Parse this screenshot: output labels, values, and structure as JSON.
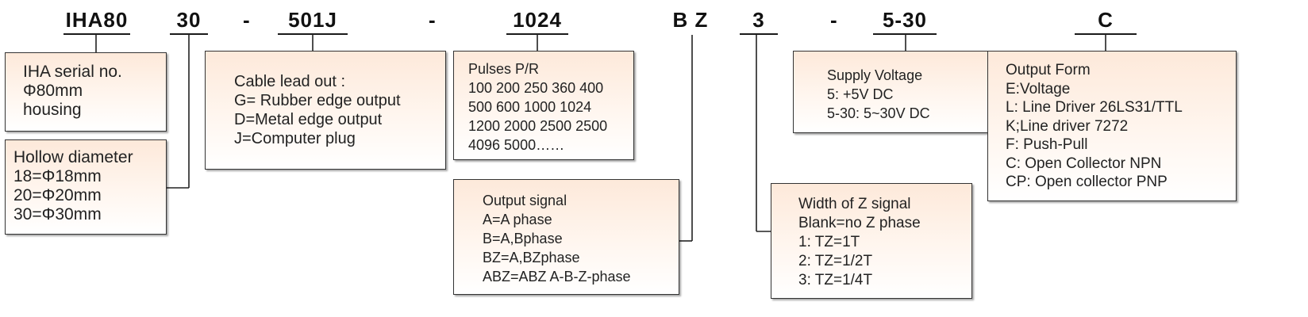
{
  "codes": {
    "model": "IHA80",
    "hollow": "30",
    "sep1": "-",
    "cable": "501J",
    "sep2": "-",
    "pulses": "1024",
    "signal": "B Z",
    "zwidth": "3",
    "sep3": "-",
    "voltage": "5-30",
    "output": "C"
  },
  "boxes": {
    "serial": {
      "lines": [
        "IHA serial no.",
        "Φ80mm",
        "housing"
      ]
    },
    "hollow": {
      "lines": [
        "Hollow diameter",
        "18=Φ18mm",
        "20=Φ20mm",
        "30=Φ30mm"
      ]
    },
    "cable": {
      "lines": [
        "Cable lead out :",
        "G= Rubber edge output",
        "D=Metal edge output",
        "J=Computer plug"
      ]
    },
    "pulses": {
      "lines": [
        "Pulses P/R",
        "100 200 250 360 400",
        "500 600 1000 1024",
        "1200 2000 2500 2500",
        "4096 5000……"
      ]
    },
    "signal": {
      "lines": [
        "Output signal",
        "A=A phase",
        "B=A,Bphase",
        "BZ=A,BZphase",
        "ABZ=ABZ A-B-Z-phase"
      ]
    },
    "voltage": {
      "lines": [
        "Supply Voltage",
        "5: +5V DC",
        "5-30: 5~30V DC"
      ]
    },
    "zwidth": {
      "lines": [
        "Width of Z signal",
        "Blank=no Z phase",
        "1: TZ=1T",
        "2: TZ=1/2T",
        "3: TZ=1/4T"
      ]
    },
    "output": {
      "lines": [
        "Output Form",
        "E:Voltage",
        "L: Line Driver 26LS31/TTL",
        "K;Line driver 7272",
        "F: Push-Pull",
        "C: Open Collector NPN",
        "CP: Open collector PNP"
      ]
    }
  }
}
